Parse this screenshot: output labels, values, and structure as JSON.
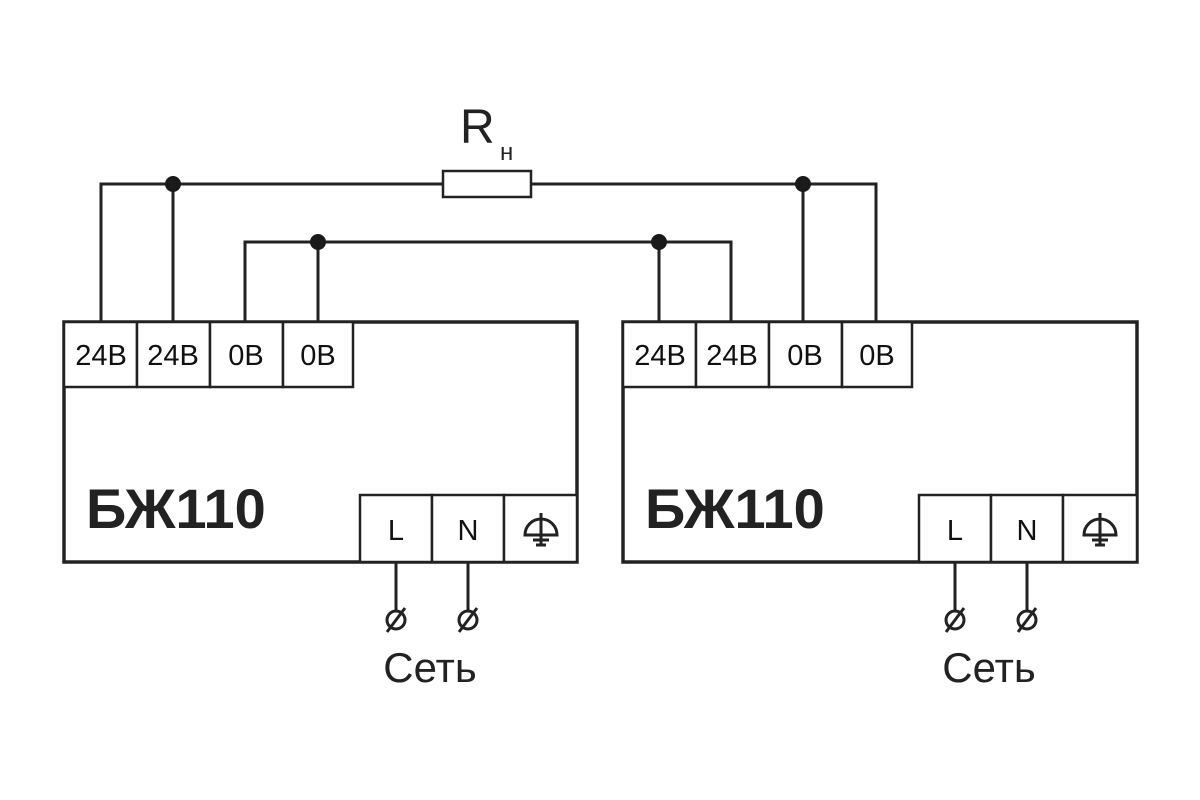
{
  "resistor": {
    "label": "R",
    "subscript": "н"
  },
  "units": [
    {
      "name": "БЖ110",
      "top_terminals": [
        "24В",
        "24В",
        "0В",
        "0В"
      ],
      "bottom_terminals": [
        "L",
        "N"
      ],
      "ground_icon": "ground-icon",
      "network_label": "Сеть"
    },
    {
      "name": "БЖ110",
      "top_terminals": [
        "24В",
        "24В",
        "0В",
        "0В"
      ],
      "bottom_terminals": [
        "L",
        "N"
      ],
      "ground_icon": "ground-icon",
      "network_label": "Сеть"
    }
  ],
  "colors": {
    "line": "#222222",
    "background": "#ffffff"
  }
}
